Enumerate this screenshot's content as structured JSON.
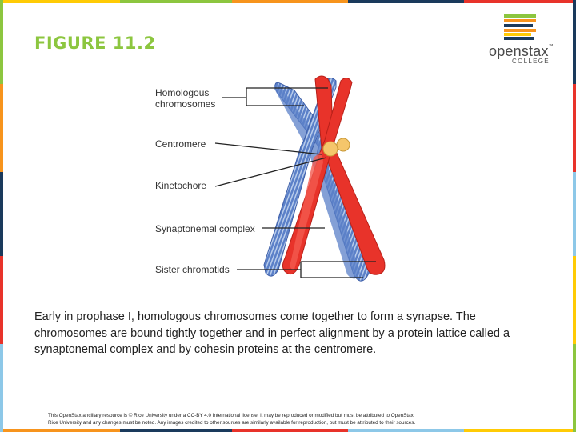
{
  "slide": {
    "title": "FIGURE 11.2",
    "caption": "Early in prophase I, homologous chromosomes come together to form a synapse. The chromosomes are bound tightly together and in perfect alignment by a protein lattice called a synaptonemal complex and by cohesin proteins at the centromere.",
    "footer_line1": "This OpenStax ancillary resource is © Rice University under a CC-BY 4.0 International license; it may be reproduced or modified but must be attributed to OpenStax,",
    "footer_line2": "Rice University and any changes must be noted. Any images credited to other sources are similarly available for reproduction, but must be attributed to their sources."
  },
  "logo": {
    "word": "openstax",
    "tm": "™",
    "sub": "COLLEGE",
    "stripe_colors": [
      "#8cc63f",
      "#f7941d",
      "#1a3a5c",
      "#f7941d",
      "#ffcb05",
      "#1a3a5c"
    ]
  },
  "diagram": {
    "labels": {
      "homologous_line1": "Homologous",
      "homologous_line2": "chromosomes",
      "centromere": "Centromere",
      "kinetochore": "Kinetochore",
      "synaptonemal": "Synaptonemal complex",
      "sister": "Sister chromatids"
    },
    "colors": {
      "red_chromatid": "#e8332a",
      "blue_chromatid": "#5b80c8",
      "centromere": "#f5c66b",
      "leader_line": "#222222"
    }
  },
  "border_colors": [
    "#ffcb05",
    "#8cc63f",
    "#f7941d",
    "#1a3a5c",
    "#e8332a",
    "#8dc8e8"
  ]
}
